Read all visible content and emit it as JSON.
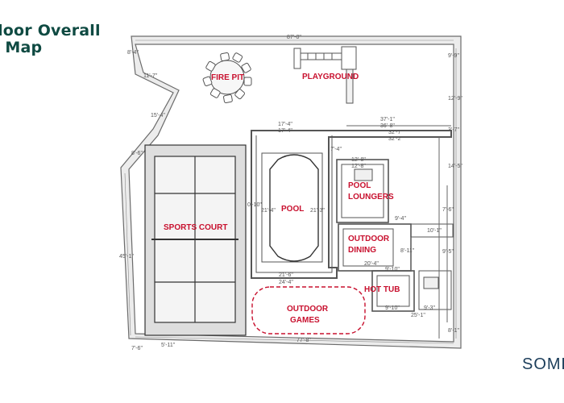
{
  "title": {
    "line1": "door Overall",
    "line2": "r Map"
  },
  "brand": "SOMEB",
  "areas": {
    "fire_pit": "FIRE PIT",
    "playground": "PLAYGROUND",
    "sports_court": "SPORTS COURT",
    "pool": "POOL",
    "pool_loungers_1": "POOL",
    "pool_loungers_2": "LOUNGERS",
    "outdoor_dining_1": "OUTDOOR",
    "outdoor_dining_2": "DINING",
    "hot_tub": "HOT TUB",
    "outdoor_games_1": "OUTDOOR",
    "outdoor_games_2": "GAMES"
  },
  "dimensions": {
    "top": "87'-0\"",
    "top_left": "8'-4\"",
    "left_upper": "11'-7\"",
    "left_diag": "15'-4\"",
    "left_mid": "8'-6\"",
    "left_long": "45'-1\"",
    "bottom_left_a": "7'-6\"",
    "bottom_left_b": "5'-11\"",
    "bottom": "77'-8\"",
    "right_a": "9'-9\"",
    "right_b": "12'-9\"",
    "right_c": "3'-7\"",
    "right_d": "14'-5\"",
    "right_e": "7'-6\"",
    "right_f": "9'-5\"",
    "right_g": "8'-1\"",
    "pool_a": "17'-4\"",
    "pool_b": "17'-4\"",
    "pool_c": "37'-1\"",
    "pool_d": "36'-8\"",
    "pool_e": "32'-7\"",
    "pool_f": "32'-2\"",
    "pool_len_a": "0'-10\"",
    "pool_len_b": "21'-4\"",
    "pool_len_c": "21'-3\"",
    "pool_w": "24'-4\"",
    "pool_bottom": "21'-6\"",
    "lounge_a": "12'-8\"",
    "lounge_b": "12'-8\"",
    "lounge_side": "7'-4\"",
    "dining_a": "20'-4\"",
    "dining_b": "9'-4\"",
    "dining_c": "10'-1\"",
    "dining_side": "8'-11\"",
    "tub_a": "9'-10\"",
    "tub_b": "9'-10\"",
    "tub_c": "9'-3\"",
    "tub_d": "25'-1\""
  }
}
